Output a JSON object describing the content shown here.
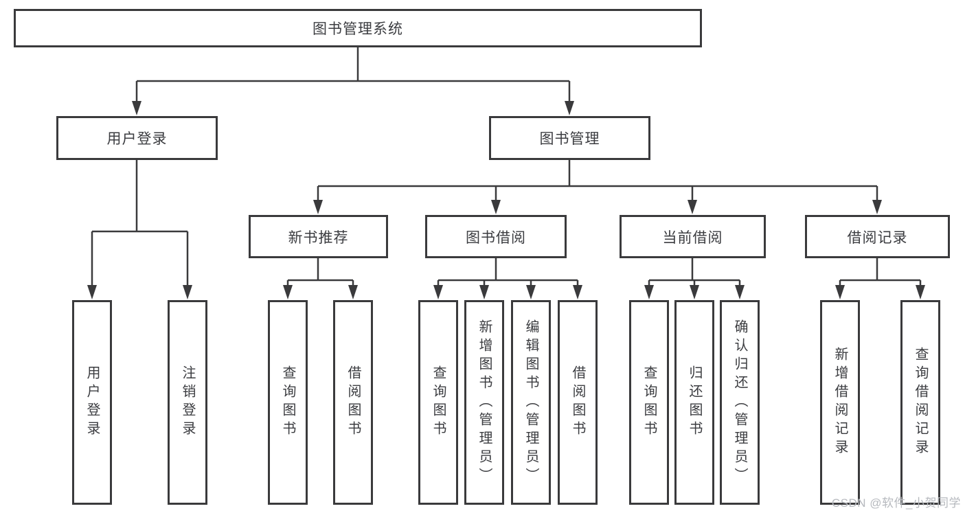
{
  "diagram": {
    "root": "图书管理系统",
    "branches": [
      {
        "label": "用户登录",
        "leaves": [
          "用户登录",
          "注销登录"
        ]
      },
      {
        "label": "图书管理",
        "groups": [
          {
            "label": "新书推荐",
            "leaves": [
              "查询图书",
              "借阅图书"
            ]
          },
          {
            "label": "图书借阅",
            "leaves": [
              "查询图书",
              "新增图书（管理员）",
              "编辑图书（管理员）",
              "借阅图书"
            ]
          },
          {
            "label": "当前借阅",
            "leaves": [
              "查询图书",
              "归还图书",
              "确认归还（管理员）"
            ]
          },
          {
            "label": "借阅记录",
            "leaves": [
              "新增借阅记录",
              "查询借阅记录"
            ]
          }
        ]
      }
    ],
    "watermark": "CSDN @软件_小贺同学",
    "colors": {
      "line": "#3a3a3c",
      "text": "#3b3c40",
      "watermark": "#b6b9be",
      "background": "#ffffff"
    }
  }
}
